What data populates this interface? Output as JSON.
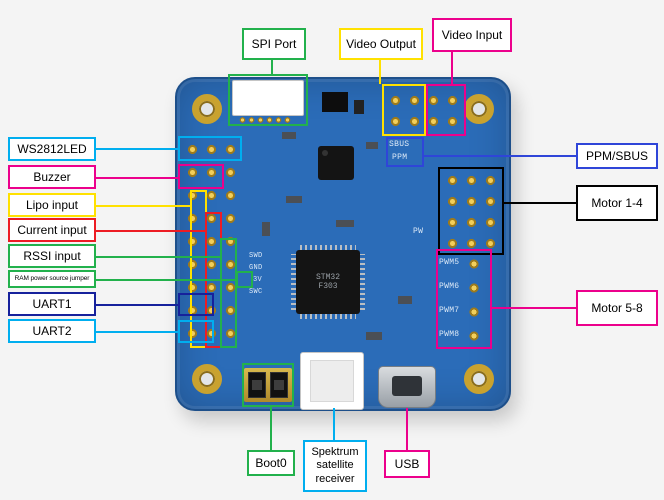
{
  "labels": {
    "spi_port": {
      "text": "SPI Port",
      "color": "#22b14c"
    },
    "video_output": {
      "text": "Video Output",
      "color": "#ffe100"
    },
    "video_input": {
      "text": "Video Input",
      "color": "#ec008c"
    },
    "ws2812led": {
      "text": "WS2812LED",
      "color": "#00aeef"
    },
    "buzzer": {
      "text": "Buzzer",
      "color": "#ec008c"
    },
    "lipo_input": {
      "text": "Lipo input",
      "color": "#ffe100"
    },
    "current_input": {
      "text": "Current input",
      "color": "#ed1c24"
    },
    "rssi_input": {
      "text": "RSSI input",
      "color": "#22b14c"
    },
    "ram_jumper": {
      "text": "RAM power source jumper",
      "color": "#22b14c"
    },
    "uart1": {
      "text": "UART1",
      "color": "#16219c"
    },
    "uart2": {
      "text": "UART2",
      "color": "#00aeef"
    },
    "ppm_sbus": {
      "text": "PPM/SBUS",
      "color": "#2f45d8"
    },
    "motor_1_4": {
      "text": "Motor 1-4",
      "color": "#000000"
    },
    "motor_5_8": {
      "text": "Motor 5-8",
      "color": "#ec008c"
    },
    "boot0": {
      "text": "Boot0",
      "color": "#22b14c"
    },
    "spektrum": {
      "text": "Spektrum satellite receiver",
      "color": "#00aeef"
    },
    "usb": {
      "text": "USB",
      "color": "#ec008c"
    }
  },
  "silkscreen": {
    "sbus": "SBUS",
    "ppm": "PPM",
    "pwm5": "PWM5",
    "pwm6": "PWM6",
    "pwm7": "PWM7",
    "pwm8": "PWM8",
    "swd": "SWD",
    "gnd": "GND",
    "v3": "3V",
    "swc": "SWC",
    "pw": "PW",
    "mcu_line1": "STM32",
    "mcu_line2": "F303"
  },
  "colors": {
    "board": "#2b6cb8",
    "pad_gold": "#d9b44a",
    "background": "#f4f4f4"
  }
}
